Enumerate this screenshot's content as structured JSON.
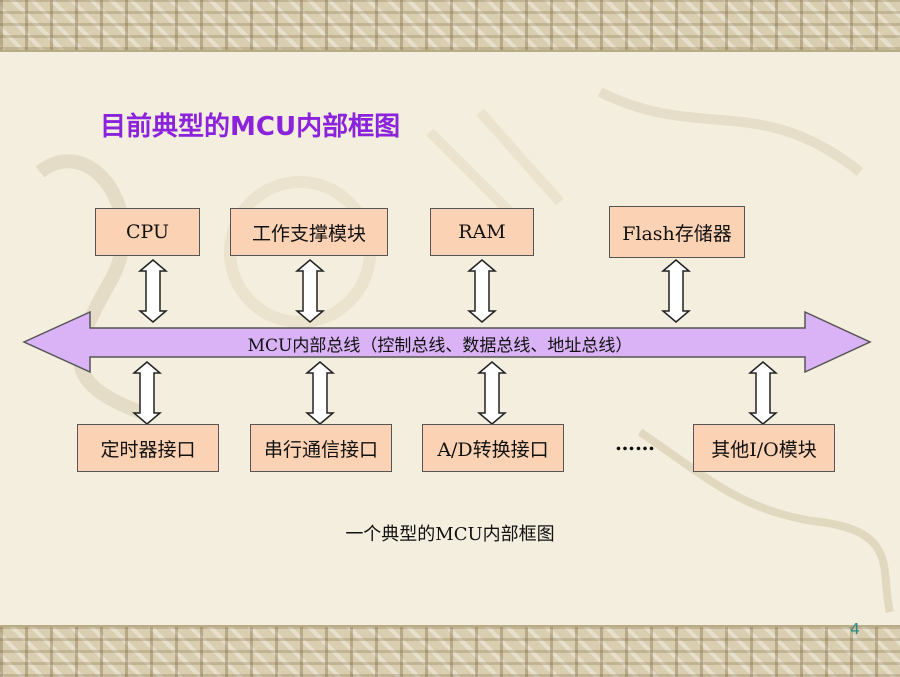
{
  "slide_title": "目前典型的MCU内部框图",
  "top_modules": [
    "CPU",
    "工作支撑模块",
    "RAM",
    "Flash存储器"
  ],
  "bus_label": "MCU内部总线（控制总线、数据总线、地址总线）",
  "bottom_modules": [
    "定时器接口",
    "串行通信接口",
    "A/D转换接口",
    "其他I/O模块"
  ],
  "ellipsis": "……",
  "caption": "一个典型的MCU内部框图",
  "page_number": "4",
  "colors": {
    "title": "#8b22dc",
    "bus_fill": "#d9b3f5",
    "box_fill": "#fbd3b4",
    "page_number": "#2a8a8a"
  }
}
